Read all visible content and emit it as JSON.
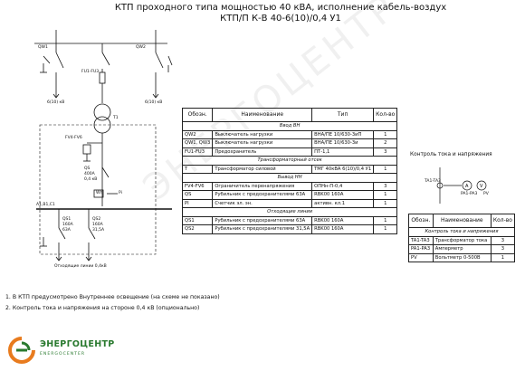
{
  "header": {
    "line1": "КТП проходного типа мощностью 40 кВА, исполнение кабель-воздух",
    "line2": "КТП/П К-В 40-6(10)/0,4 У1"
  },
  "diagram_labels": {
    "qw1": "QW1",
    "fu1": "FU1-FU3",
    "qw2": "QW2",
    "v_left": "6(10) кВ",
    "v_right": "6(10) кВ",
    "t1": "T1",
    "fv4": "FV4-FV6",
    "qs": "QS",
    "qs_a": "400А",
    "qs_b": "0,4 кВ",
    "pi": "Pi",
    "wh": "Wh",
    "bus": "A1,B1,C1",
    "qs1": "QS1",
    "qs1_a": "160А",
    "qs1_b": "63А",
    "qs2": "QS2",
    "qs2_a": "160А",
    "qs2_b": "31,5А",
    "outgoing": "Отходящие линии 0,4кВ"
  },
  "main_table": {
    "headers": [
      "Обозн.",
      "Наименование",
      "Тип",
      "Кол-во"
    ],
    "rows": [
      {
        "section": "Ввод ВН"
      },
      {
        "code": "QW2",
        "name": "Выключатель нагрузки",
        "type": "ВНА/ПЕ 10/630-3иП",
        "qty": "1"
      },
      {
        "code": "QW1, QW3",
        "name": "Выключатель нагрузки",
        "type": "ВНА/ПЕ 10/630-3и",
        "qty": "2"
      },
      {
        "code": "FU1-FU3",
        "name": "Предохранитель",
        "type": "ПТ-1,1",
        "qty": "3"
      },
      {
        "section": "Трансформаторный отсек"
      },
      {
        "code": "T",
        "name": "Трансформатор силовой",
        "type": "ТМГ 40кВА 6(10)/0,4 У1",
        "qty": "1"
      },
      {
        "section": "Вывод НН"
      },
      {
        "code": "FV4-FV6",
        "name": "Ограничитель перенапряжения",
        "type": "ОПНн-П-0,4",
        "qty": "3"
      },
      {
        "code": "QS",
        "name": "Рубильник с предохранителями 63А",
        "type": "RBK00 160А",
        "qty": "1"
      },
      {
        "code": "PI",
        "name": "Счетчик эл. эн.",
        "type": "активн. кл.1",
        "qty": "1"
      },
      {
        "section": "Отходящие линии"
      },
      {
        "code": "QS1",
        "name": "Рубильник с предохранителями 63А",
        "type": "RBK00 160А",
        "qty": "1"
      },
      {
        "code": "QS2",
        "name": "Рубильник с предохранителями 31,5А",
        "type": "RBK00 160А",
        "qty": "1"
      }
    ]
  },
  "aux": {
    "caption": "Контроль тока и напряжения",
    "ta_label": "TA1-TA3",
    "pa_label": "PA1-PA3",
    "pv_label": "PV",
    "a_symbol": "A",
    "v_symbol": "V",
    "headers": [
      "Обозн.",
      "Наименование",
      "Кол-во"
    ],
    "rows": [
      {
        "section": "Контроль тока и напряжения"
      },
      {
        "code": "TA1-TA3",
        "name": "Трансформатор тока",
        "qty": "3"
      },
      {
        "code": "PA1-PA3",
        "name": "Амперметр",
        "qty": "3"
      },
      {
        "code": "PV",
        "name": "Вольтметр 0-500В",
        "qty": "1"
      }
    ]
  },
  "notes": [
    "1. В КТП предусмотрено Внутреннее освещение (на схеме не показано)",
    "2. Контроль тока и напряжения на стороне 0,4 кВ (опционально)"
  ],
  "logo": {
    "name": "ЭНЕРГОЦЕНТР",
    "sub": "ENERGOCENTER",
    "watermark": "ЭНЕРГОЦЕНТР"
  },
  "colors": {
    "line": "#111111",
    "logo_green": "#2a7a2f",
    "logo_orange": "#e87b1e"
  }
}
